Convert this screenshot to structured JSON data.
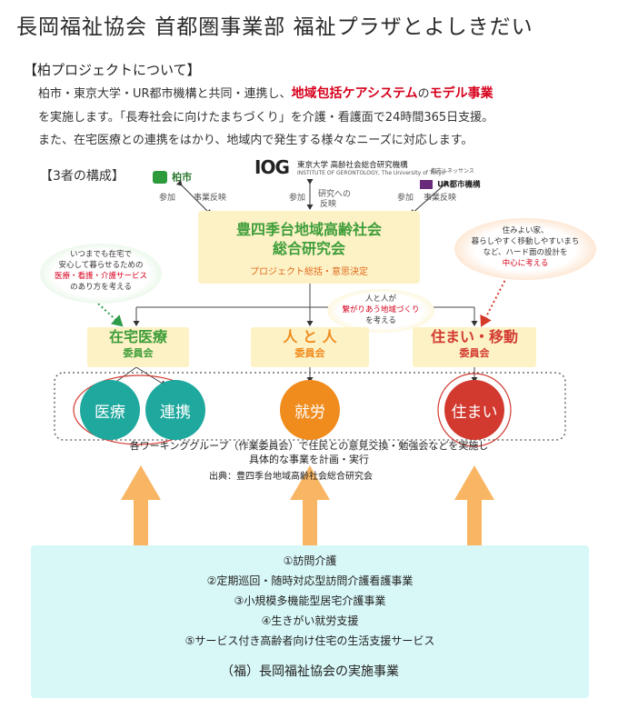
{
  "title": "長岡福祉協会 首都圏事業部 福祉プラザとよしきだい",
  "section_heading": "【柏プロジェクトについて】",
  "intro": {
    "line1_pre": "柏市・東京大学・UR都市機構と共同・連携し、",
    "line1_em1": "地域包括ケアシステム",
    "line1_mid": "の",
    "line1_em2": "モデル事業",
    "line2": "を実施します。「長寿社会に向けたまちづくり」を介護・看護面で24時間365日支援。",
    "line3": "また、在宅医療との連携をはかり、地域内で発生する様々なニーズに対応します。"
  },
  "composition_label": "【3者の構成】",
  "partners": {
    "kashiwa": "柏市",
    "utokyo_line1": "東京大学 高齢社会総合研究機構",
    "utokyo_line2": "INSTITUTE OF GERONTOLOGY, The University of Tokyo",
    "ur_small": "都市ルネッサンス",
    "ur": "UR都市機構"
  },
  "edges": {
    "left_a": "参加",
    "left_b": "事業反映",
    "mid_a": "参加",
    "mid_b1": "研究への",
    "mid_b2": "反映",
    "right_a": "参加",
    "right_b": "事業反映"
  },
  "center": {
    "line1": "豊四季台地域高齢社会",
    "line2": "総合研究会",
    "sub": "プロジェクト総括・意思決定"
  },
  "notes": {
    "left": [
      "いつまでも在宅で",
      "安心して暮らせるための",
      "医療・看護・介護サービス",
      "のあり方を考える"
    ],
    "middle": [
      "人と人が",
      "繋がりあう地域づくり",
      "を考える"
    ],
    "right": [
      "住みよい家、",
      "暮らしやすく移動しやすいまち",
      "など、ハード面の設計を",
      "中心に考える"
    ]
  },
  "committees": [
    {
      "name": "在宅医療",
      "sub": "委員会"
    },
    {
      "name": "人 と 人",
      "sub": "委員会"
    },
    {
      "name": "住まい・移動",
      "sub": "委員会"
    }
  ],
  "groups": [
    "医療",
    "連携",
    "就労",
    "住まい"
  ],
  "wg_line1": "各ワーキンググループ（作業委員会）で住民との意見交換・勉強会などを実施し",
  "wg_line2": "具体的な事業を計画・実行",
  "source": "出典：豊四季台地域高齢社会総合研究会",
  "services": [
    "①訪問介護",
    "②定期巡回・随時対応型訪問介護看護事業",
    "③小規模多機能型居宅介護事業",
    "④生きがい就労支援",
    "⑤サービス付き高齢者向け住宅の生活支援サービス"
  ],
  "footer": "（福）長岡福祉協会の実施事業",
  "colors": {
    "green": "#3f9e3a",
    "orange": "#f08c1e",
    "teal": "#1fa89e",
    "red": "#d23a30",
    "arrow": "#f8b664",
    "emphasis": "#d6001c"
  }
}
